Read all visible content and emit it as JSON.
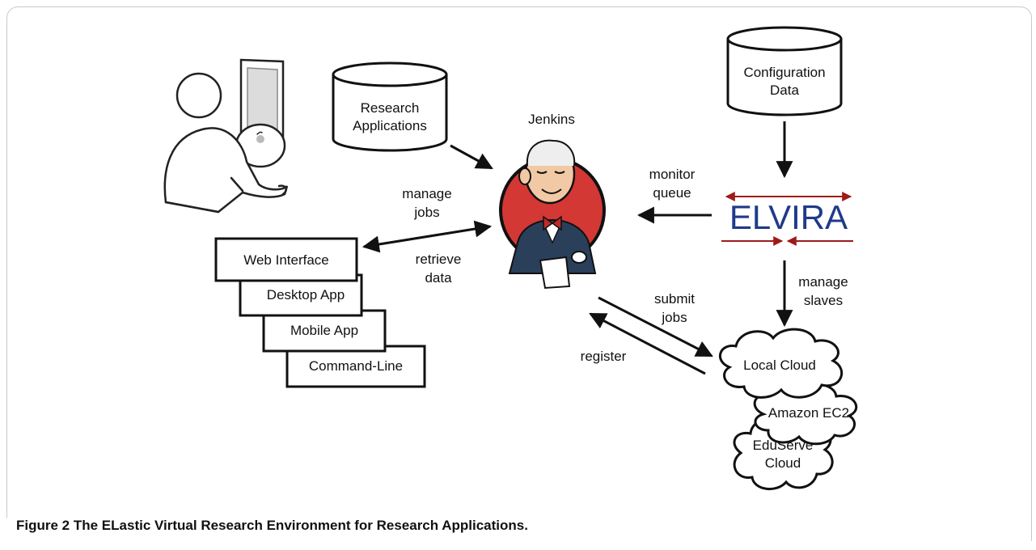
{
  "nodes": {
    "research_apps": [
      "Research",
      "Applications"
    ],
    "config_data": [
      "Configuration",
      "Data"
    ],
    "jenkins": "Jenkins",
    "elvira": "ELVIRA",
    "clients": [
      "Web Interface",
      "Desktop App",
      "Mobile App",
      "Command-Line"
    ],
    "clouds": {
      "local": [
        "Local Cloud"
      ],
      "amazon": [
        "Amazon EC2"
      ],
      "eduserve": [
        "EduServe",
        "Cloud"
      ]
    }
  },
  "edges": {
    "manage_jobs": [
      "manage",
      "jobs"
    ],
    "retrieve_data": [
      "retrieve",
      "data"
    ],
    "monitor_queue": [
      "monitor",
      "queue"
    ],
    "manage_slaves": [
      "manage",
      "slaves"
    ],
    "submit_jobs": [
      "submit",
      "jobs"
    ],
    "register": [
      "register"
    ]
  },
  "caption": {
    "label": "Figure 2",
    "text": "The ELastic Virtual Research Environment for Research Applications."
  },
  "colors": {
    "elvira_blue": "#1f3a8a",
    "elvira_red": "#a01a1a",
    "jenkins_red": "#d33834"
  }
}
